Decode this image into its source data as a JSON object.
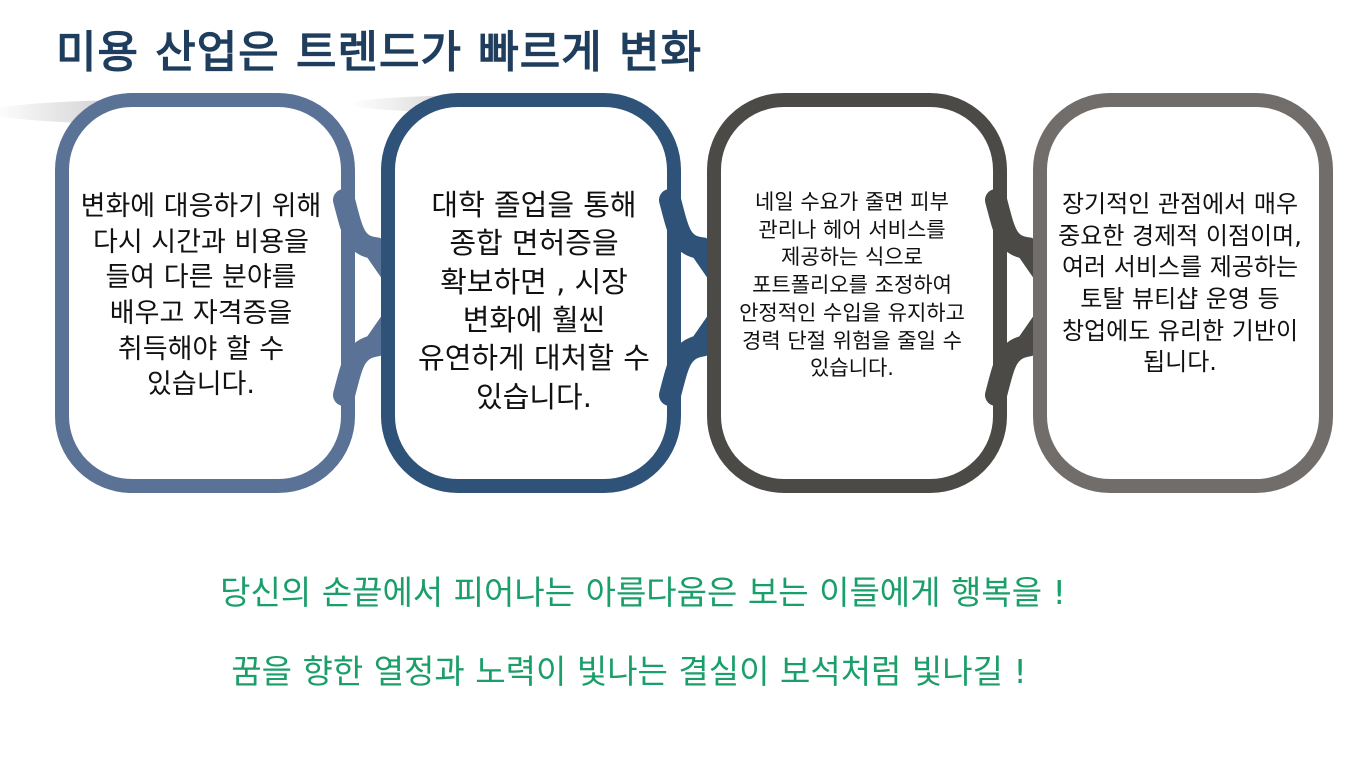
{
  "title": "미용 산업은 트렌드가 빠르게 변화",
  "steps": [
    {
      "text": "변화에 대응하기 위해 다시 시간과 비용을 들여 다른 분야를 배우고 자격증을 취득해야 할 수 있습니다.",
      "color": "#5a7296"
    },
    {
      "text": "대학 졸업을 통해 종합 면허증을 확보하면 , 시장 변화에 훨씬 유연하게 대처할 수 있습니다.",
      "color": "#2f5278"
    },
    {
      "text": "네일 수요가 줄면 피부 관리나 헤어 서비스를 제공하는 식으로 포트폴리오를 조정하여 안정적인 수입을 유지하고 경력 단절 위험을 줄일 수 있습니다.",
      "color": "#4b4a46"
    },
    {
      "text": "장기적인 관점에서 매우 중요한 경제적 이점이며, 여러 서비스를 제공하는 토탈 뷰티샵 운영 등 창업에도 유리한 기반이 됩니다.",
      "color": "#716d6a"
    }
  ],
  "slogans": [
    "당신의 손끝에서 피어나는 아름다움은 보는 이들에게 행복을 !",
    "꿈을 향한 열정과 노력이 빛나는 결실이 보석처럼 빛나길 !"
  ],
  "accent_color": "#1a9e6a",
  "title_color": "#1f3d5c"
}
